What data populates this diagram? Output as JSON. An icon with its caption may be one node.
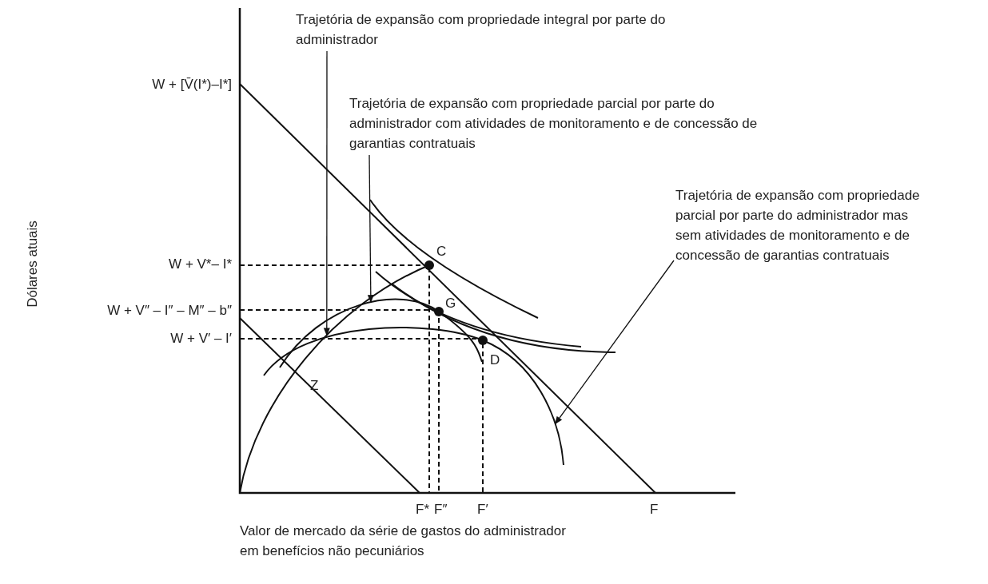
{
  "diagram": {
    "nodes": [
      {
        "text": [
          "Trajetória de expansão com propriedade integral por parte do administrador"
        ]
      },
      {
        "text": [
          "Trajetória de expansão com propriedade parcial por parte do administrador com atividades de monitoramento e de concessão de garantias contratuais"
        ]
      },
      {
        "text": [
          "Trajetória de expansão com propriedade parcial por parte do administrador mas sem atividades de monitoramento e de concessão de garantias contratuais"
        ]
      },
      {
        "text": [],
        "shape": "curve"
      },
      {
        "text": [],
        "shape": "curve"
      },
      {
        "text": [],
        "shape": "curve"
      }
    ],
    "edges": [
      {
        "from": 0,
        "to": 3,
        "arrow": "to"
      },
      {
        "from": 1,
        "to": 4,
        "arrow": "to"
      },
      {
        "from": 2,
        "to": 5,
        "arrow": "to"
      }
    ],
    "labels": [
      "W + [V̄(I*)–I*]",
      "C",
      "Dólares atuais",
      "W + V*– I*",
      "W + V″ – I″ – M″ – b″",
      "G",
      "W + V′ – I′",
      "D",
      "Z",
      "F*",
      "F″",
      "F′",
      "F",
      "Valor de mercado da série de gastos do administrador em benefícios não pecuniários"
    ]
  }
}
